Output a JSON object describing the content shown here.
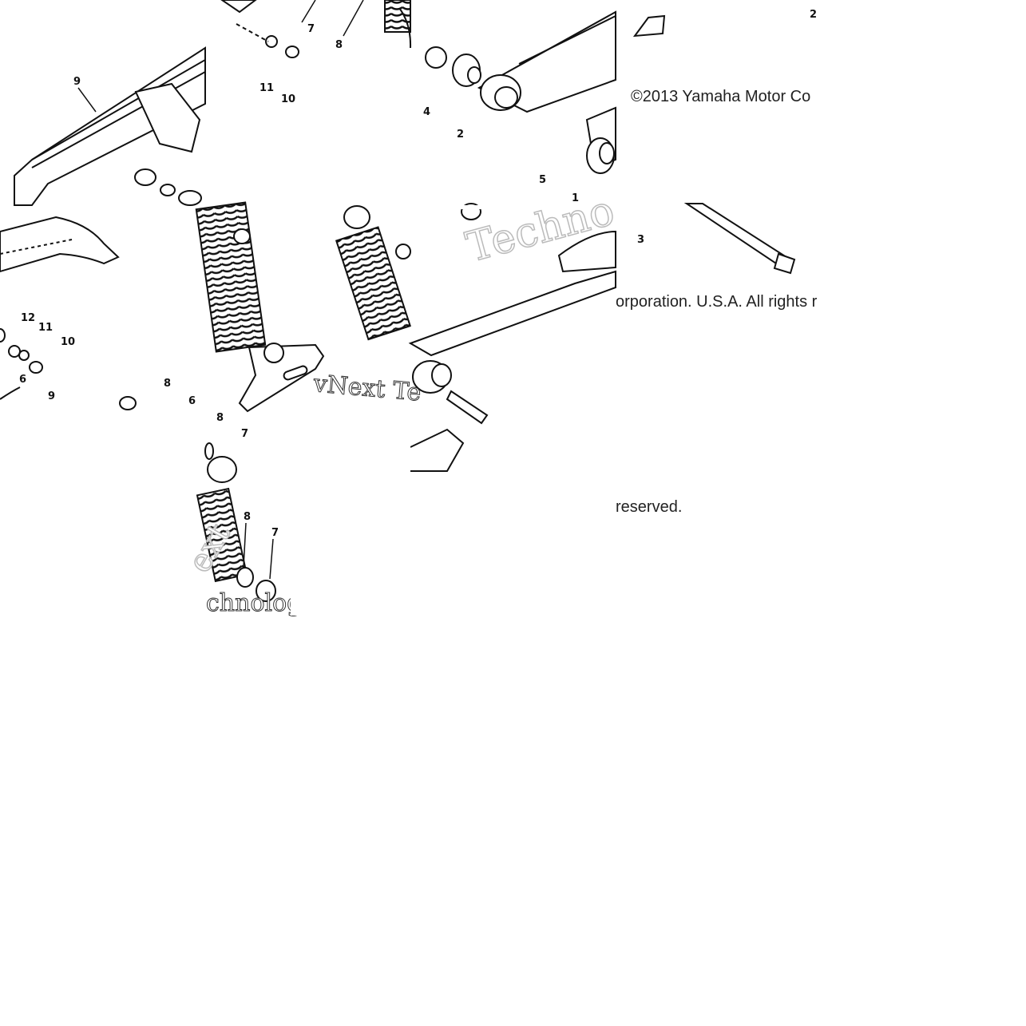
{
  "copyright": {
    "line1": "©2013 Yamaha Motor Co",
    "line2": "orporation. U.S.A. All rights r",
    "line3": "reserved."
  },
  "watermark": {
    "word1": "Techno",
    "word2": "vNext Te",
    "word3": "ext",
    "word4": "chnolog"
  },
  "callouts": {
    "c_top_7": "7",
    "c_top_8": "8",
    "c_top_11": "11",
    "c_top_10": "10",
    "c_top_9": "9",
    "c_top_4": "4",
    "c_top_2a": "2",
    "c_top_2b": "2",
    "c_top_5": "5",
    "c_top_1": "1",
    "c_top_3": "3",
    "c_mid_12": "12",
    "c_mid_11": "11",
    "c_mid_10": "10",
    "c_mid_6": "6",
    "c_mid_9": "9",
    "c_mid_8": "8",
    "c_mid_6b": "6",
    "c_low_8": "8",
    "c_low_7": "7",
    "c_low_8b": "8",
    "c_low_7b": "7"
  }
}
